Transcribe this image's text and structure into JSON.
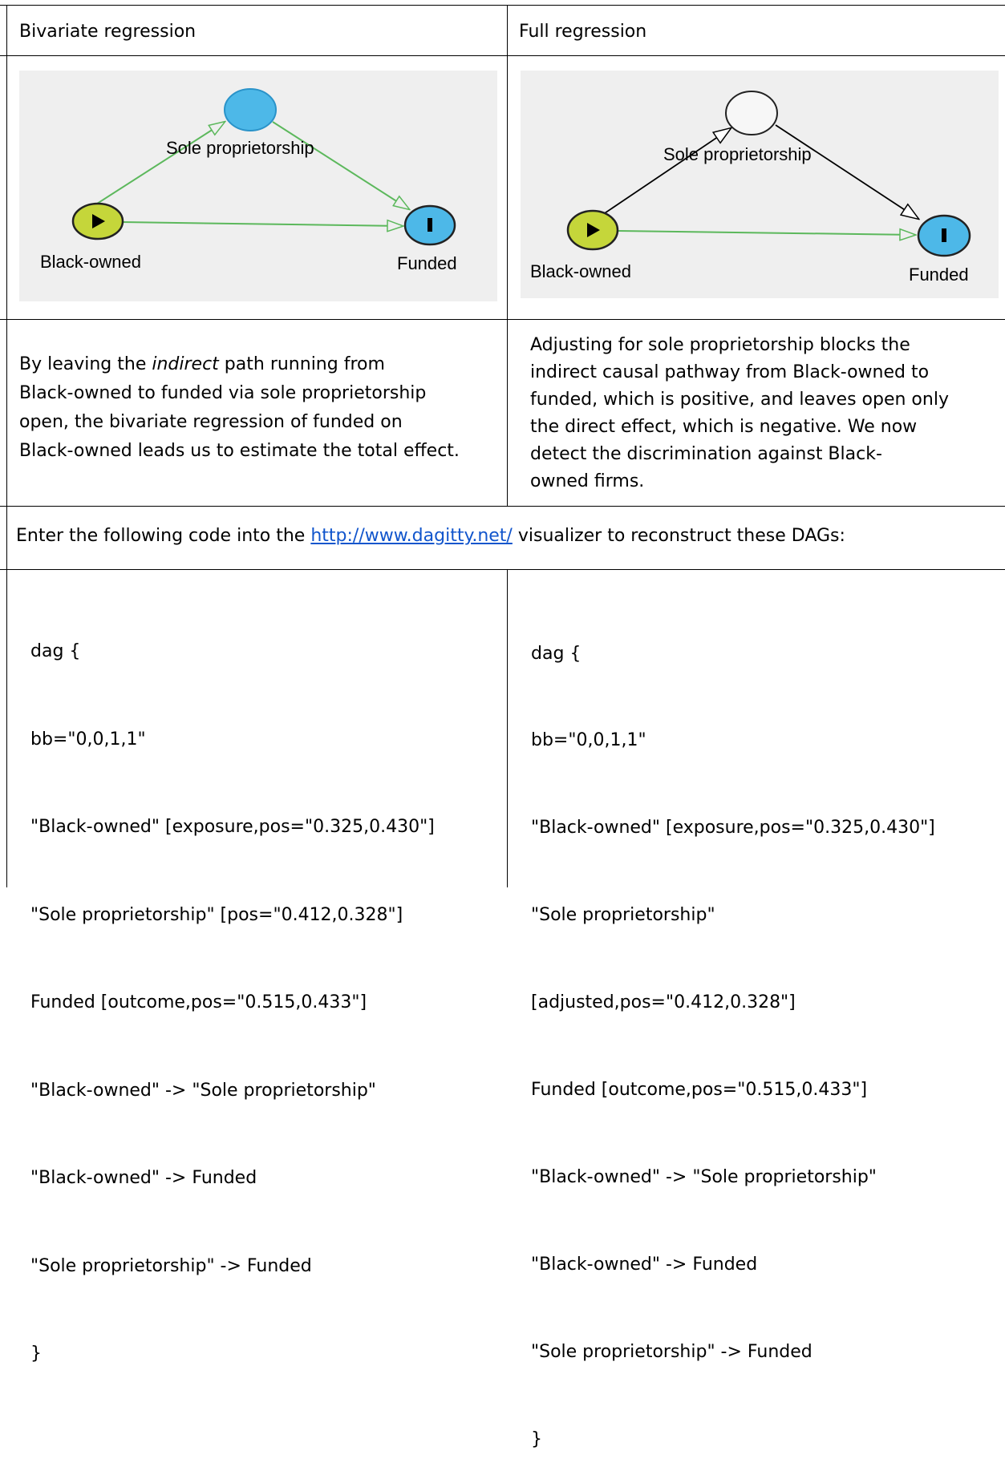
{
  "headers": {
    "left": "Bivariate regression",
    "right": "Full regression"
  },
  "dag_left": {
    "nodes": {
      "mediator": "Sole proprietorship",
      "exposure": "Black-owned",
      "outcome": "Funded"
    },
    "colors": {
      "mediator_fill": "#4db8e8",
      "exposure_fill": "#c5d63a",
      "outcome_fill": "#4db8e8",
      "edge": "#5cb85c"
    }
  },
  "dag_right": {
    "nodes": {
      "mediator": "Sole proprietorship",
      "exposure": "Black-owned",
      "outcome": "Funded"
    },
    "colors": {
      "mediator_fill": "#f7f7f7",
      "exposure_fill": "#c5d63a",
      "outcome_fill": "#4db8e8",
      "edge_direct": "#5cb85c",
      "edge_blocked": "#000000"
    }
  },
  "desc_left": {
    "lines": [
      [
        "By leaving the ",
        "indirect",
        " path running from"
      ],
      [
        "Black-owned to funded via sole proprietorship",
        "",
        ""
      ],
      [
        "open, the bivariate regression of funded on",
        "",
        ""
      ],
      [
        "Black-owned leads us to estimate the total effect.",
        "",
        ""
      ]
    ]
  },
  "desc_right": {
    "lines": [
      "Adjusting for sole proprietorship blocks the",
      "indirect causal pathway from Black-owned to",
      "funded, which is positive, and leaves open only",
      "the direct effect, which is negative. We now",
      "detect the discrimination against Black-",
      "owned firms."
    ]
  },
  "instruction": {
    "before": "Enter the following code into the ",
    "link": "http://www.dagitty.net/",
    "after": " visualizer to reconstruct these DAGs:"
  },
  "code_left": [
    "dag {",
    "bb=\"0,0,1,1\"",
    "\"Black-owned\" [exposure,pos=\"0.325,0.430\"]",
    "\"Sole proprietorship\" [pos=\"0.412,0.328\"]",
    "Funded [outcome,pos=\"0.515,0.433\"]",
    "\"Black-owned\" -> \"Sole proprietorship\"",
    "\"Black-owned\" -> Funded",
    "\"Sole proprietorship\" -> Funded",
    "}"
  ],
  "code_right": [
    "dag {",
    "bb=\"0,0,1,1\"",
    "\"Black-owned\" [exposure,pos=\"0.325,0.430\"]",
    "\"Sole proprietorship\"",
    "[adjusted,pos=\"0.412,0.328\"]",
    "Funded [outcome,pos=\"0.515,0.433\"]",
    "\"Black-owned\" -> \"Sole proprietorship\"",
    "\"Black-owned\" -> Funded",
    "\"Sole proprietorship\" -> Funded",
    "}"
  ]
}
